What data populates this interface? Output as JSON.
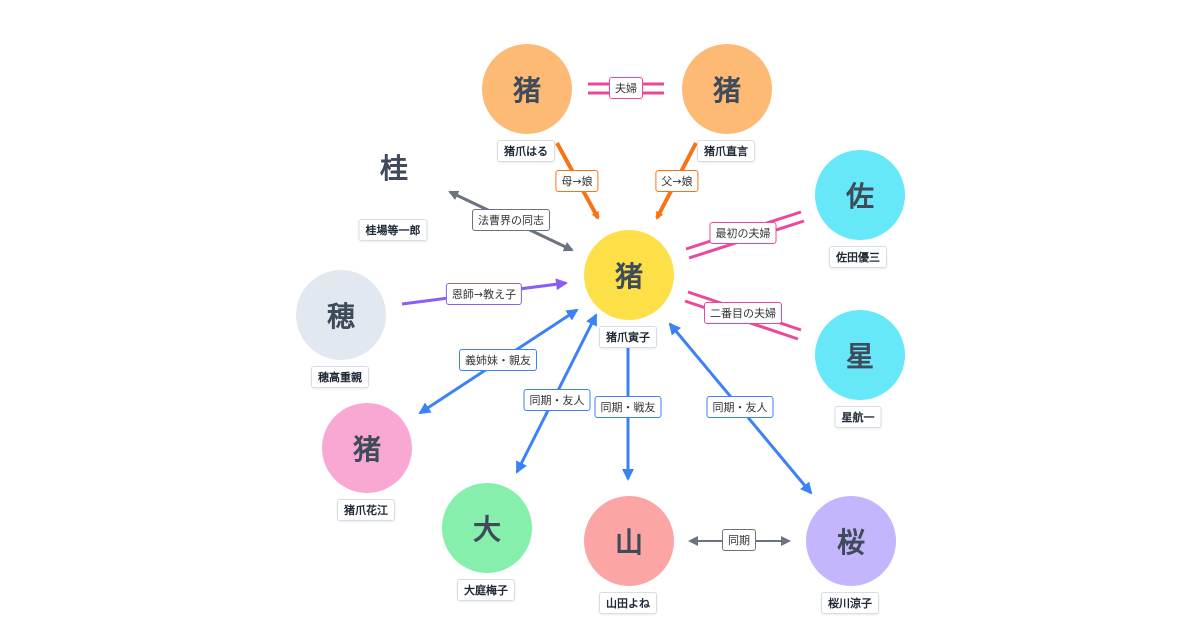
{
  "nodes": {
    "harue": {
      "char": "猪",
      "name": "猪爪はる",
      "color": "#fdba74"
    },
    "naokoto": {
      "char": "猪",
      "name": "猪爪直言",
      "color": "#fdba74"
    },
    "katsura": {
      "char": "桂",
      "name": "桂場等一郎",
      "color": "#ffffff"
    },
    "torako": {
      "char": "猪",
      "name": "猪爪寅子",
      "color": "#fde047"
    },
    "sata": {
      "char": "佐",
      "name": "佐田優三",
      "color": "#67e8f9"
    },
    "hoshi": {
      "char": "星",
      "name": "星航一",
      "color": "#67e8f9"
    },
    "hodaka": {
      "char": "穂",
      "name": "穂高重親",
      "color": "#e2e8f0"
    },
    "hanae": {
      "char": "猪",
      "name": "猪爪花江",
      "color": "#f9a8d4"
    },
    "oba": {
      "char": "大",
      "name": "大庭梅子",
      "color": "#86efac"
    },
    "yamada": {
      "char": "山",
      "name": "山田よね",
      "color": "#fca5a5"
    },
    "sakura": {
      "char": "桜",
      "name": "桜川涼子",
      "color": "#c4b5fd"
    }
  },
  "edges": {
    "fuufu": {
      "label": "夫婦",
      "color": "#ec4899"
    },
    "haha": {
      "label": "母→娘",
      "color": "#f97316"
    },
    "chichi": {
      "label": "父→娘",
      "color": "#f97316"
    },
    "hosokai": {
      "label": "法曹界の同志",
      "color": "#6b7280"
    },
    "saisho": {
      "label": "最初の夫婦",
      "color": "#ec4899"
    },
    "onshi": {
      "label": "恩師→教え子",
      "color": "#8b5cf6"
    },
    "nibanme": {
      "label": "二番目の夫婦",
      "color": "#ec4899"
    },
    "gishimai": {
      "label": "義姉妹・親友",
      "color": "#3b82f6"
    },
    "douki_oba": {
      "label": "同期・友人",
      "color": "#3b82f6"
    },
    "douki_yamada": {
      "label": "同期・戦友",
      "color": "#3b82f6"
    },
    "douki_sakura": {
      "label": "同期・友人",
      "color": "#3b82f6"
    },
    "douki": {
      "label": "同期",
      "color": "#6b7280"
    }
  }
}
